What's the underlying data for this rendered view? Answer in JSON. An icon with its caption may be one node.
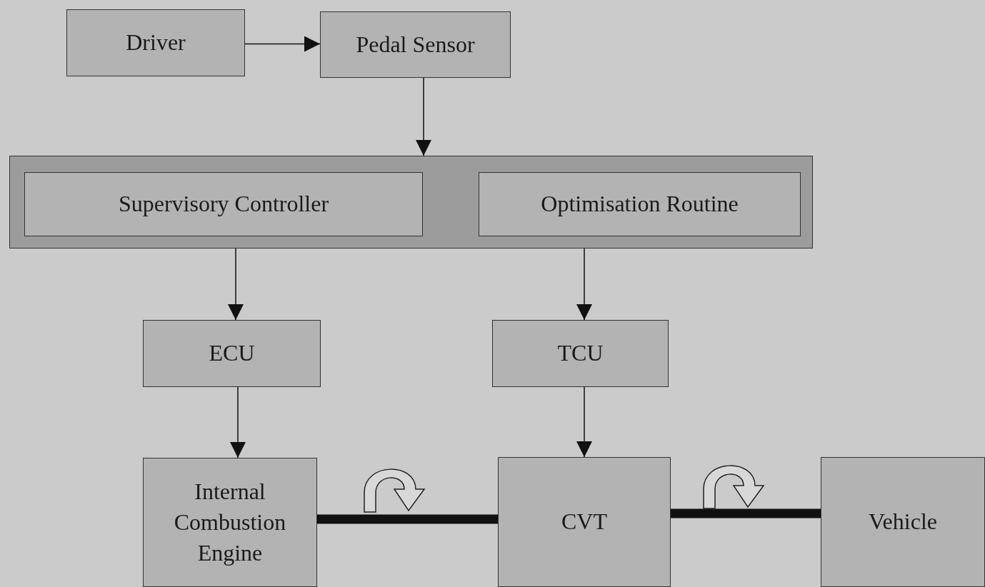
{
  "diagram": {
    "nodes": [
      {
        "text": [
          "Driver"
        ]
      },
      {
        "text": [
          "Pedal Sensor"
        ]
      },
      {
        "text": [],
        "shape": "box"
      },
      {
        "text": [
          "Supervisory Controller"
        ],
        "in": 2
      },
      {
        "text": [
          "Optimisation Routine"
        ],
        "in": 2
      },
      {
        "text": [
          "ECU"
        ]
      },
      {
        "text": [
          "TCU"
        ]
      },
      {
        "text": [
          "Internal Combustion Engine"
        ]
      },
      {
        "text": [
          "CVT"
        ]
      },
      {
        "text": [
          "Vehicle"
        ]
      }
    ],
    "edges": [
      {
        "from": 0,
        "to": 1,
        "arrow": "to"
      },
      {
        "from": 1,
        "to": 2,
        "arrow": "to"
      },
      {
        "from": 3,
        "to": 5,
        "arrow": "to"
      },
      {
        "from": 4,
        "to": 6,
        "arrow": "to"
      },
      {
        "from": 5,
        "to": 7,
        "arrow": "to"
      },
      {
        "from": 6,
        "to": 8,
        "arrow": "to"
      },
      {
        "from": 7,
        "to": 8,
        "arrow": "none",
        "style": "thick"
      },
      {
        "from": 8,
        "to": 9,
        "arrow": "none",
        "style": "thick"
      }
    ]
  }
}
